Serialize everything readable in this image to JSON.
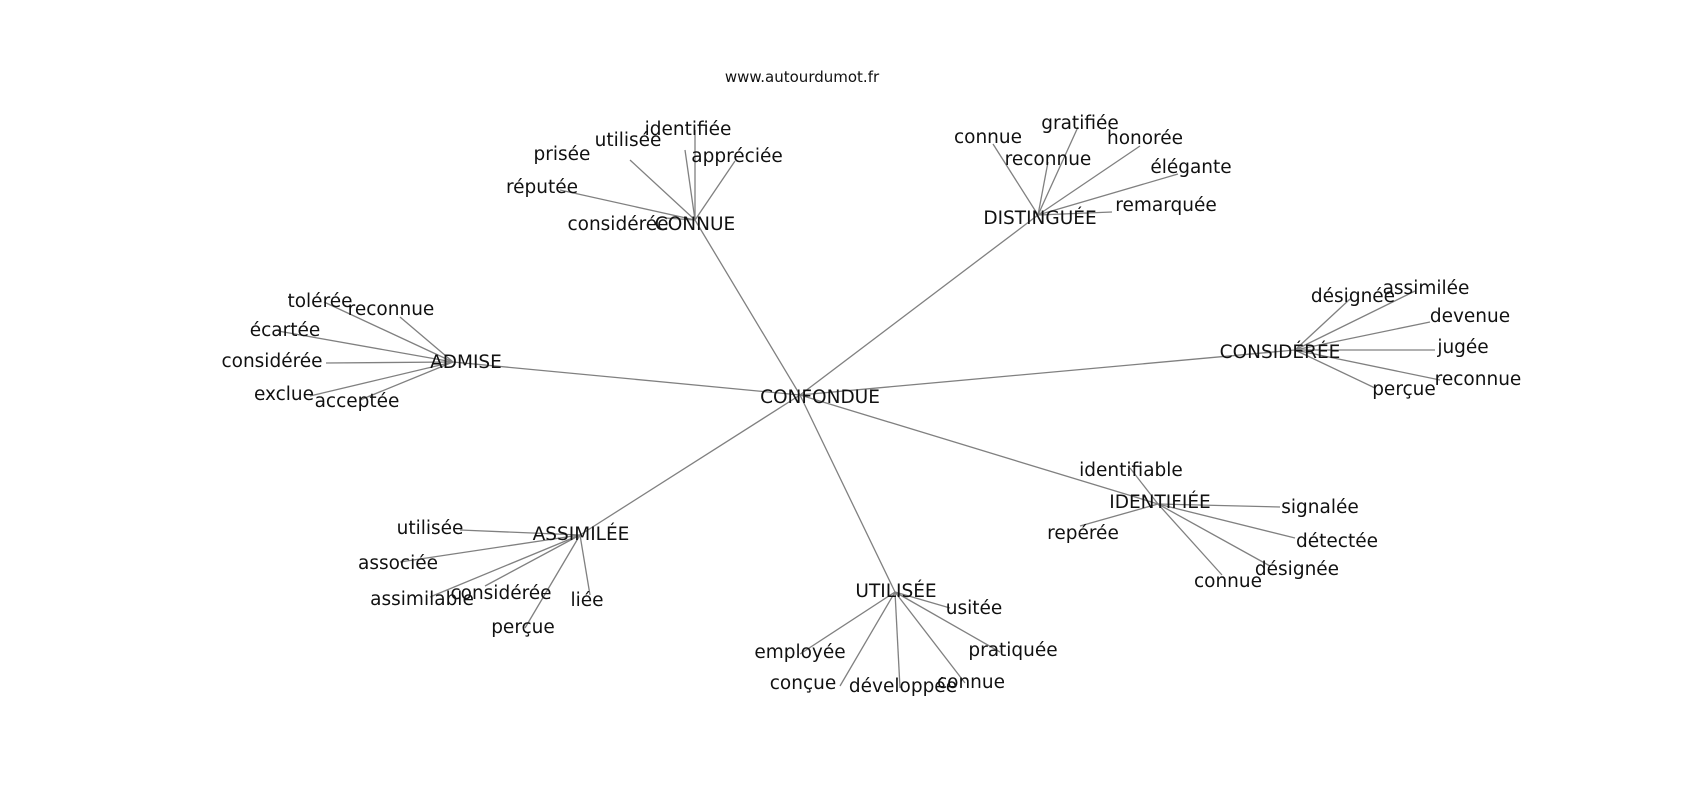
{
  "site": "www.autourdumot.fr",
  "center": "CONFONDUE",
  "clusters": [
    {
      "hub": "CONNUE",
      "words": [
        "prisée",
        "utilisée",
        "identifiée",
        "appréciée",
        "réputée",
        "considérée"
      ]
    },
    {
      "hub": "DISTINGUÉE",
      "words": [
        "connue",
        "gratifiée",
        "honorée",
        "reconnue",
        "élégante",
        "remarquée"
      ]
    },
    {
      "hub": "ADMISE",
      "words": [
        "tolérée",
        "reconnue",
        "écartée",
        "considérée",
        "exclue",
        "acceptée"
      ]
    },
    {
      "hub": "CONSIDÉRÉE",
      "words": [
        "désignée",
        "assimilée",
        "devenue",
        "jugée",
        "perçue",
        "reconnue"
      ]
    },
    {
      "hub": "IDENTIFIÉE",
      "words": [
        "identifiable",
        "signalée",
        "repérée",
        "détectée",
        "désignée",
        "connue"
      ]
    },
    {
      "hub": "ASSIMILÉE",
      "words": [
        "utilisée",
        "associée",
        "assimilable",
        "considérée",
        "liée",
        "perçue"
      ]
    },
    {
      "hub": "UTILISÉE",
      "words": [
        "usitée",
        "employée",
        "pratiquée",
        "conçue",
        "développée",
        "connue"
      ]
    }
  ]
}
